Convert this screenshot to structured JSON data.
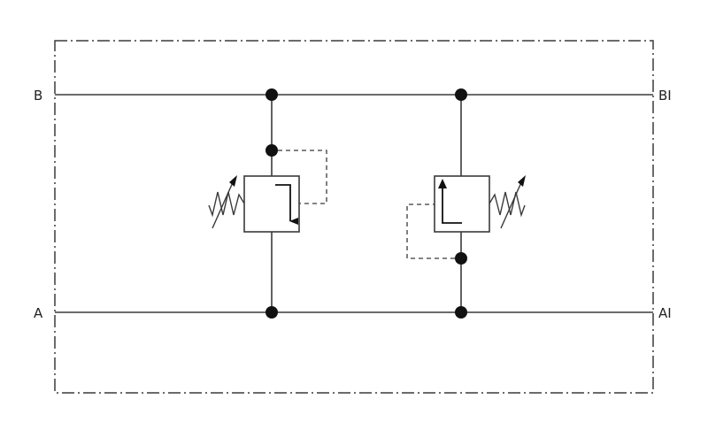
{
  "ports": {
    "b_left": "B",
    "b_right": "BI",
    "a_left": "A",
    "a_right": "AI"
  },
  "colors": {
    "line": "#3a3a3a",
    "background": "#ffffff",
    "dot": "#111111"
  },
  "components": [
    {
      "type": "pressure-relief-valve",
      "adjustable": true,
      "connection": "B-to-A"
    },
    {
      "type": "pressure-relief-valve",
      "adjustable": true,
      "connection": "A-to-B"
    }
  ]
}
